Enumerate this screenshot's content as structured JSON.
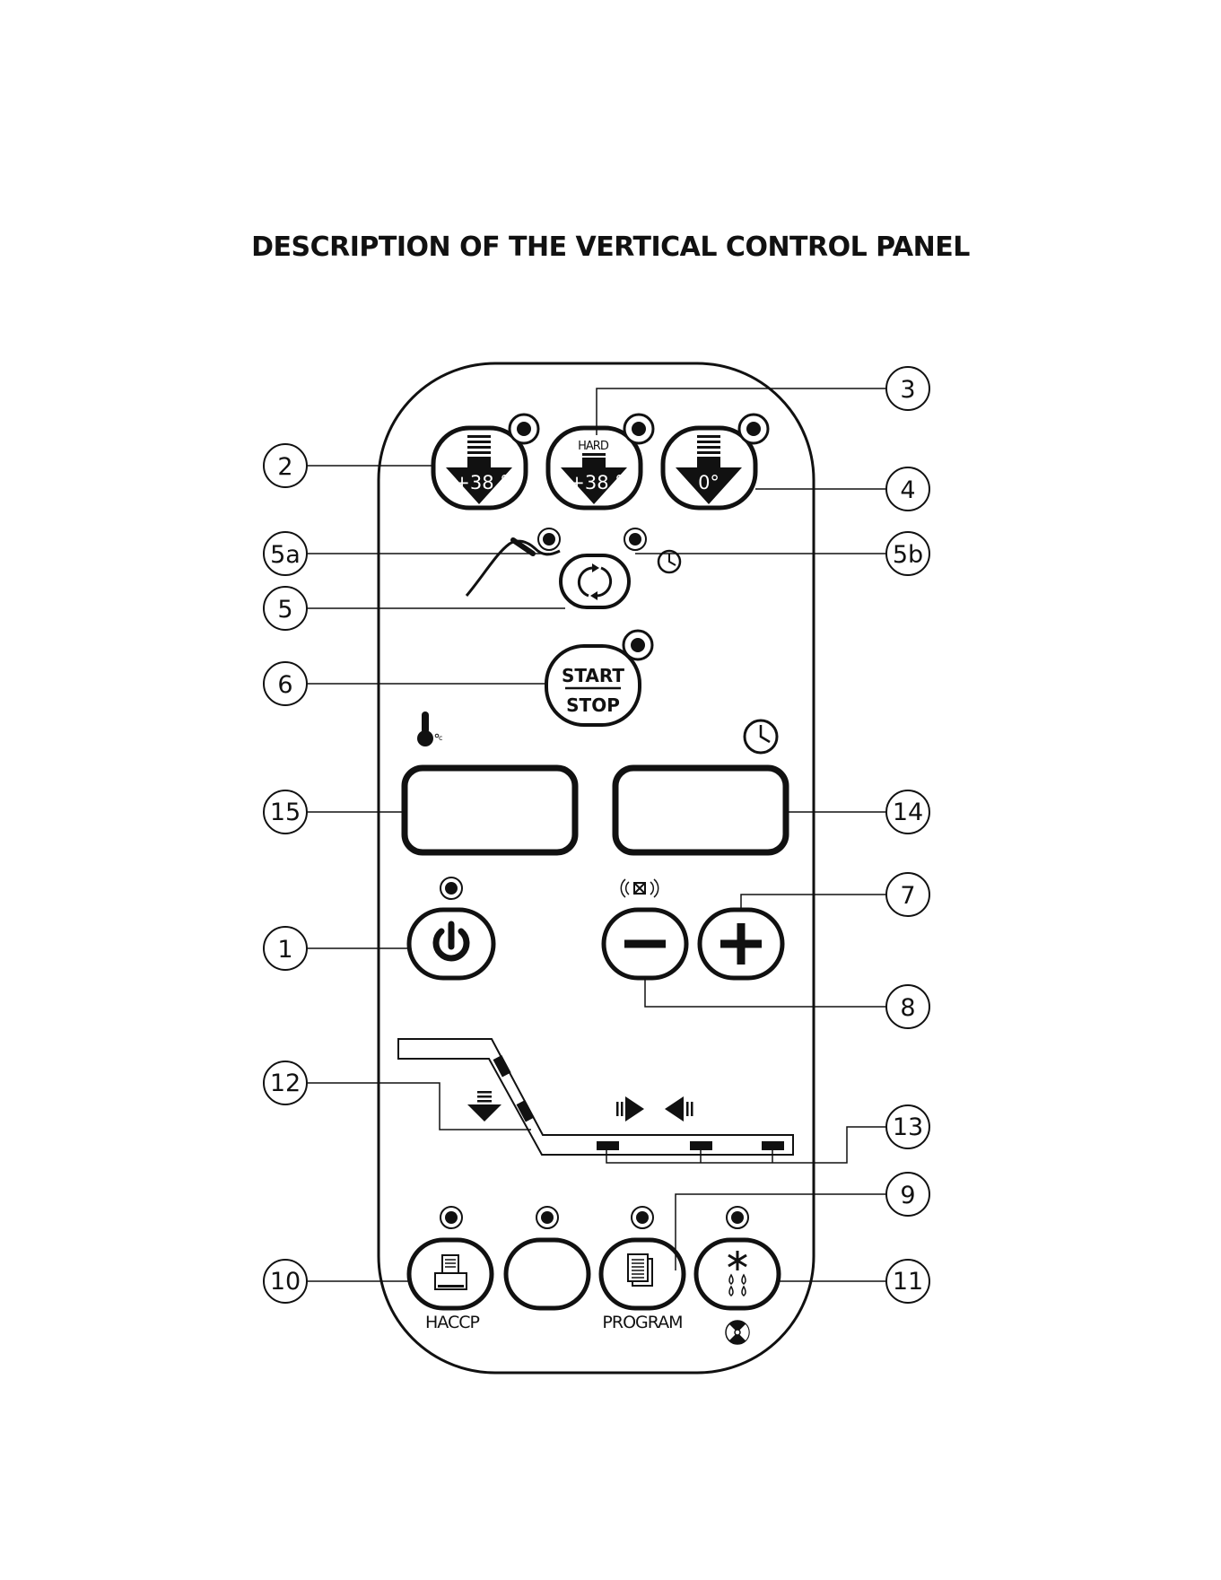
{
  "title": "DESCRIPTION OF THE VERTICAL CONTROL PANEL",
  "buttons": {
    "soft_chill": {
      "label": "+38 °"
    },
    "hard_chill": {
      "caption": "HARD",
      "label": "+38 °"
    },
    "freeze": {
      "label": "0°"
    },
    "start": "START",
    "stop": "STOP",
    "haccp": "HACCP",
    "program": "PROGRAM"
  },
  "callouts": {
    "c1": "1",
    "c2": "2",
    "c3": "3",
    "c4": "4",
    "c5": "5",
    "c5a": "5a",
    "c5b": "5b",
    "c6": "6",
    "c7": "7",
    "c8": "8",
    "c9": "9",
    "c10": "10",
    "c11": "11",
    "c12": "12",
    "c13": "13",
    "c14": "14",
    "c15": "15"
  },
  "icons": [
    "arrow-down-icon",
    "probe-icon",
    "cycle-icon",
    "clock-icon",
    "thermometer-icon",
    "power-icon",
    "mute-icon",
    "minus-icon",
    "plus-icon",
    "printer-icon",
    "document-icon",
    "defrost-icon",
    "fan-icon"
  ],
  "colors": {
    "ink": "#111111",
    "paper": "#ffffff"
  }
}
